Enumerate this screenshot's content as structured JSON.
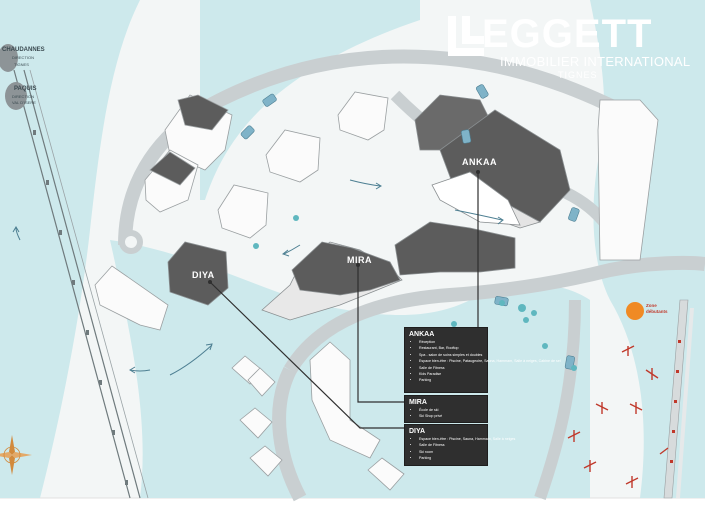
{
  "brand": {
    "name": "EGGETT",
    "subtitle": "IMMOBILIER INTERNATIONAL",
    "city": "TIGNES"
  },
  "lifts": [
    {
      "name": "CHAUDANNES",
      "sub1": "DIRECTION",
      "sub2": "TIGNES"
    },
    {
      "name": "PAQUIS",
      "sub1": "DIRECTION",
      "sub2": "VAL D'ISERE"
    }
  ],
  "buildings": {
    "ankaa": "ANKAA",
    "mira": "MIRA",
    "diya": "DIYA"
  },
  "info_boxes": {
    "ankaa": {
      "title": "ANKAA",
      "items": [
        "Réception",
        "Restaurant, Bar, Rooftop",
        "Spa - salon de soins simples et doubles",
        "Espace bien-être : Piscine, Pataugeoire, Sauna, Hammam, Salle à neiges, Cabine de sel",
        "Salle de Fitness",
        "Kids Paradise",
        "Parking"
      ]
    },
    "mira": {
      "title": "MIRA",
      "items": [
        "École de ski",
        "Ski Shop privé"
      ]
    },
    "diya": {
      "title": "DIYA",
      "items": [
        "Espace bien-être : Piscine, Sauna, Hammam, Salle à neiges",
        "Salle de Fitness",
        "Ski room",
        "Parking"
      ]
    }
  },
  "kids_zone": {
    "line1": "Zone",
    "line2": "débutants"
  },
  "colors": {
    "snow": "#f3f6f6",
    "water": "#cde9ec",
    "road": "#c9cfd1",
    "roof": "#5c5c5c",
    "info_box": "#2f2f2f",
    "accent": "#f08a24"
  }
}
